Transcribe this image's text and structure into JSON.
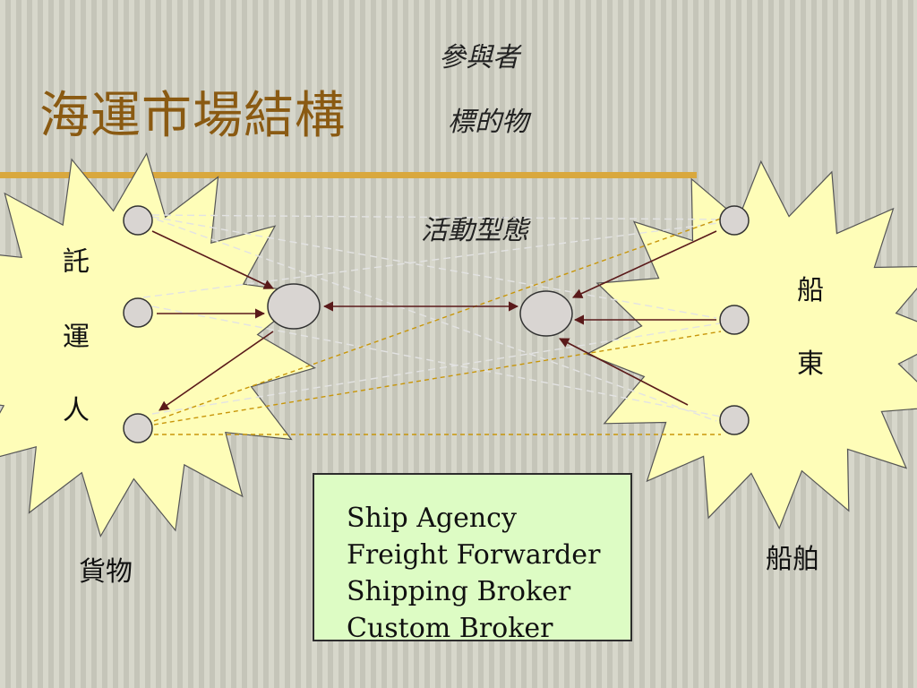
{
  "title": "海運市場結構",
  "legend": {
    "participants": "參與者",
    "objects": "標的物",
    "activities": "活動型態"
  },
  "shipper": {
    "label": [
      "託",
      "運",
      "人"
    ],
    "cargo_label": "貨物"
  },
  "shipowner": {
    "label": [
      "船",
      "東"
    ],
    "ship_label": "船舶"
  },
  "intermediaries": [
    "Ship Agency",
    "Freight Forwarder",
    "Shipping Broker",
    "Custom Broker"
  ],
  "colors": {
    "title": "#8a5a12",
    "title_rule": "#d9a83e",
    "starburst_fill": "#fefdb8",
    "node_fill": "#d9d5d2",
    "participant_arrow": "#5a1a1a",
    "object_line": "#c8960a",
    "activity_line": "#e0e0e0",
    "info_box_fill": "#ddfcc4"
  }
}
